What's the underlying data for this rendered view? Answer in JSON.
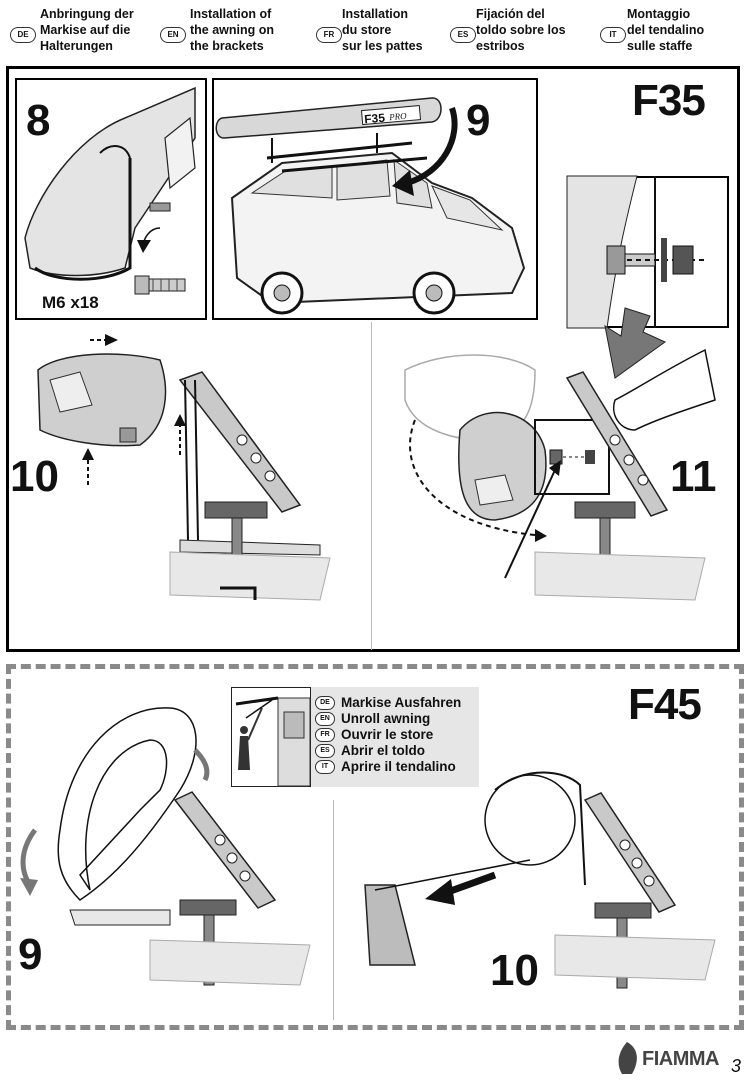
{
  "header": {
    "languages": [
      {
        "code": "DE",
        "lines": [
          "Anbringung der",
          "Markise auf die",
          "Halterungen"
        ]
      },
      {
        "code": "EN",
        "lines": [
          "Installation of",
          "the awning on",
          "the brackets"
        ]
      },
      {
        "code": "FR",
        "lines": [
          "Installation",
          "du store",
          "sur les pattes"
        ]
      },
      {
        "code": "ES",
        "lines": [
          "Fijación del",
          "toldo sobre los",
          "estribos"
        ]
      },
      {
        "code": "IT",
        "lines": [
          "Montaggio",
          "del tendalino",
          "sulle staffe"
        ]
      }
    ]
  },
  "f35": {
    "title": "F35",
    "steps": {
      "s8": "8",
      "s9": "9",
      "s10": "10",
      "s11": "11"
    },
    "bolt_label": "M6 x18",
    "awning_badge": "F35",
    "awning_badge_pro": "PRO"
  },
  "f45": {
    "title": "F45",
    "steps": {
      "s9": "9",
      "s10": "10"
    },
    "legend": [
      {
        "code": "DE",
        "text": "Markise Ausfahren"
      },
      {
        "code": "EN",
        "text": "Unroll awning"
      },
      {
        "code": "FR",
        "text": "Ouvrir le store"
      },
      {
        "code": "ES",
        "text": "Abrir el toldo"
      },
      {
        "code": "IT",
        "text": "Aprire il tendalino"
      }
    ]
  },
  "footer": {
    "brand": "FIAMMA",
    "page": "3"
  }
}
